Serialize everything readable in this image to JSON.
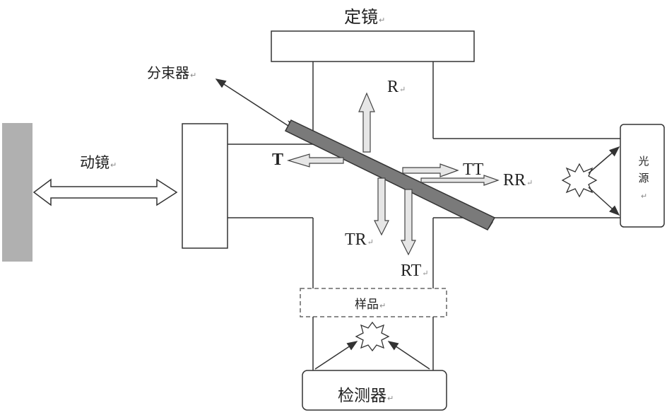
{
  "labels": {
    "fixed_mirror": "定镜",
    "beam_splitter": "分束器",
    "moving_mirror": "动镜",
    "light_source": "光源",
    "light_source_1": "光",
    "light_source_2": "源",
    "sample": "样品",
    "detector": "检测器",
    "R": "R",
    "T": "T",
    "TT": "TT",
    "RR": "RR",
    "TR": "TR",
    "RT": "RT",
    "return_mark": "↵"
  },
  "colors": {
    "line": "#333333",
    "splitter_fill": "#7a7a7a",
    "wall_fill": "#b0b0b0",
    "arrow_fill": "#e6e6e6",
    "sample_border": "#666666"
  }
}
